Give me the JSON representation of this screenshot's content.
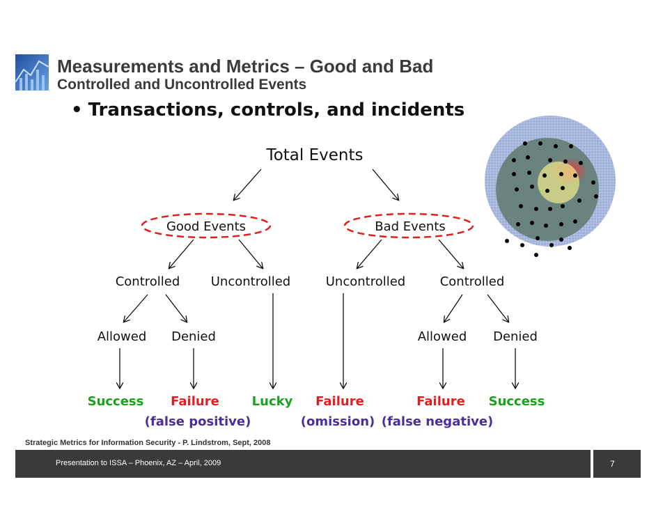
{
  "slide": {
    "title": "Measurements and Metrics – Good and Bad",
    "subtitle": "Controlled and Uncontrolled Events",
    "bullet": "Transactions, controls, and incidents"
  },
  "diagram": {
    "root": "Total Events",
    "good": "Good Events",
    "bad": "Bad Events",
    "good_controlled": "Controlled",
    "good_uncontrolled": "Uncontrolled",
    "bad_uncontrolled": "Uncontrolled",
    "bad_controlled": "Controlled",
    "good_allowed": "Allowed",
    "good_denied": "Denied",
    "bad_allowed": "Allowed",
    "bad_denied": "Denied",
    "outcomes": {
      "success_1": "Success",
      "failure_1": "Failure",
      "lucky": "Lucky",
      "failure_2": "Failure",
      "failure_3": "Failure",
      "success_2": "Success"
    },
    "notes": {
      "false_positive": "(false positive)",
      "omission": "(omission)",
      "false_negative": "(false negative)"
    }
  },
  "colors": {
    "success": "#1aa01a",
    "failure": "#e02020",
    "note": "#4a2e9a",
    "dashed_ellipse": "#e02020"
  },
  "source": "Strategic Metrics for Information Security - P. Lindstrom, Sept, 2008",
  "footer": {
    "text": "Presentation to ISSA – Phoenix, AZ – April, 2009",
    "page": "7"
  }
}
